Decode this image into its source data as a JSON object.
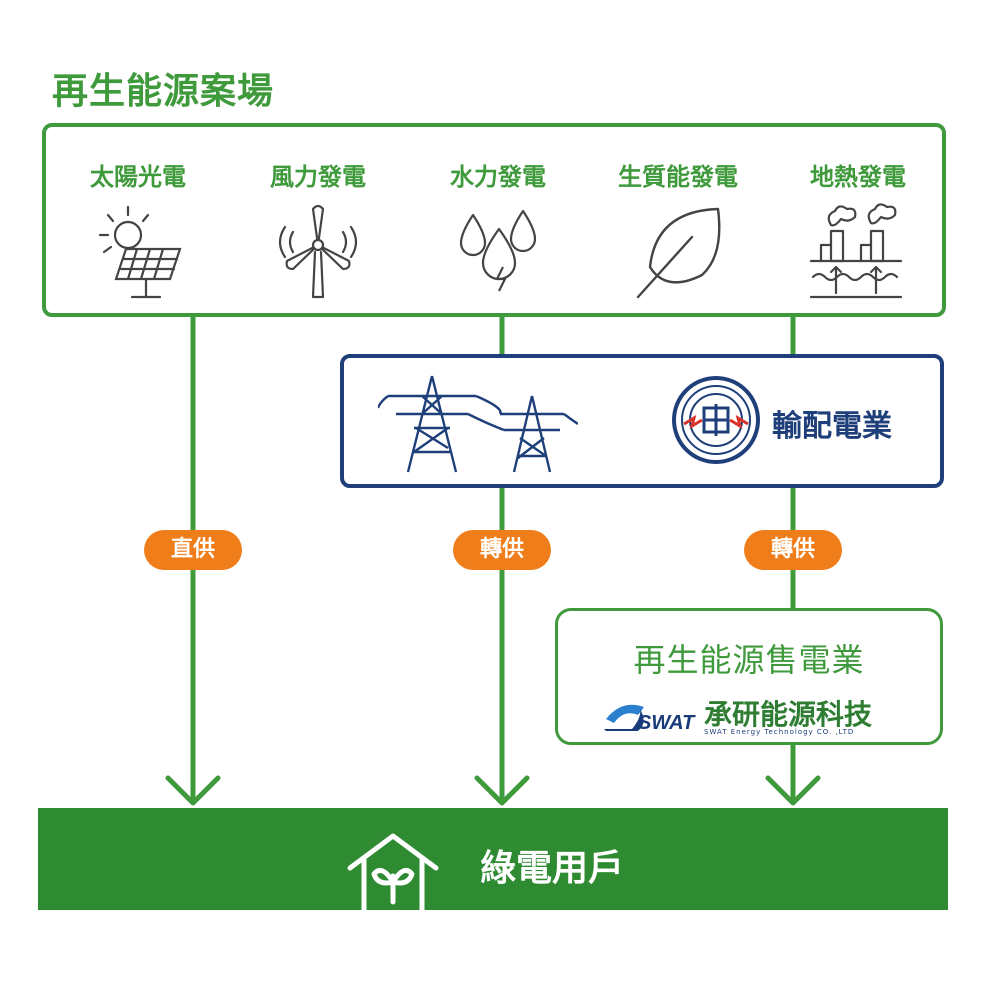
{
  "title": "再生能源案場",
  "sources": [
    {
      "label": "太陽光電",
      "icon": "solar-panel-icon"
    },
    {
      "label": "風力發電",
      "icon": "wind-turbine-icon"
    },
    {
      "label": "水力發電",
      "icon": "water-drops-icon"
    },
    {
      "label": "生質能發電",
      "icon": "leaf-icon"
    },
    {
      "label": "地熱發電",
      "icon": "geothermal-plant-icon"
    }
  ],
  "grid": {
    "label": "輸配電業",
    "icons": [
      "transmission-tower-icon",
      "taipower-logo-icon"
    ]
  },
  "paths": [
    {
      "label": "直供"
    },
    {
      "label": "轉供"
    },
    {
      "label": "轉供"
    }
  ],
  "retailer": {
    "label": "再生能源售電業",
    "company_name": "承研能源科技",
    "company_en": "SWAT Energy Technology CO. ,LTD",
    "logo_text": "SWAT"
  },
  "users": {
    "label": "綠電用戶",
    "icon": "house-sprout-icon"
  },
  "colors": {
    "green": "#3f9a3c",
    "dark_green": "#2e8b32",
    "navy": "#1f3f7a",
    "orange": "#ef7d1a",
    "red": "#d9332b"
  }
}
